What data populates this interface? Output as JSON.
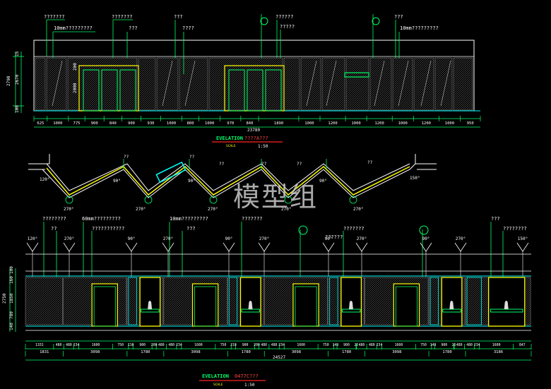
{
  "watermark": "模型组",
  "elevation_top": {
    "title": "EVELATION",
    "title_suffix": "????A???",
    "scale_label": "SCALE",
    "scale_value": "1:50",
    "total_dim": "23780",
    "height_dims": [
      "15",
      "2670",
      "100"
    ],
    "height_total": "2790",
    "height_inner": [
      "200",
      "2000"
    ],
    "callouts": [
      "???????",
      "10mm?????????",
      "???????",
      "???",
      "????",
      "???",
      "??????",
      "?????",
      "???",
      "10mm?????????"
    ],
    "bottom_dims": [
      "625",
      "1000",
      "775",
      "900",
      "840",
      "900",
      "930",
      "1000",
      "800",
      "1000",
      "970",
      "840",
      "1890",
      "1000",
      "1200",
      "1000",
      "1200",
      "1000",
      "1200",
      "1000",
      "950"
    ]
  },
  "plan": {
    "angle_labels": [
      "120°",
      "90°",
      "270°",
      "270°",
      "90°",
      "270°",
      "270°",
      "90°",
      "270°",
      "150°"
    ],
    "question_labels": [
      "??",
      "??",
      "??",
      "??",
      "??",
      "??"
    ]
  },
  "elevation_bottom": {
    "title": "EVELATION",
    "title_suffix": "0477C???",
    "scale_label": "SCALE",
    "scale_value": "1:50",
    "total_dim": "24527",
    "left_dims": [
      "2750",
      "100",
      "160",
      "1850",
      "780",
      "140"
    ],
    "callouts_top": [
      "????????",
      "??",
      "60mm?????????",
      "???????????",
      "10mm?????????",
      "???",
      "???????",
      "???????",
      "??????",
      "???",
      "????????"
    ],
    "angle_labels": [
      "120°",
      "270°",
      "90°",
      "270°",
      "90°",
      "270°",
      "90°",
      "270°",
      "90°",
      "270°",
      "150°"
    ],
    "dims_row1": [
      "1331",
      "480",
      "480",
      "234",
      "1600",
      "750",
      "210",
      "900",
      "200",
      "480",
      "480",
      "234",
      "1600",
      "750",
      "210",
      "900",
      "200",
      "480",
      "480",
      "234",
      "1600",
      "750",
      "149",
      "900",
      "25",
      "480",
      "480",
      "234",
      "1600",
      "750",
      "149",
      "900",
      "25",
      "480",
      "480",
      "234",
      "1600",
      "847"
    ],
    "dims_row2": [
      "1831",
      "3098",
      "1780",
      "3098",
      "1780",
      "3098",
      "1780",
      "3098",
      "1780",
      "3186"
    ]
  }
}
